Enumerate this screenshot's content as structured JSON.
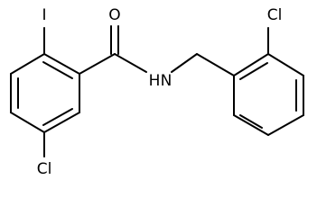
{
  "molecule": {
    "atoms": {
      "iodine": "I",
      "oxygen": "O",
      "nitrogen_h": "H",
      "nitrogen": "N",
      "chlorine_left": "Cl",
      "chlorine_right": "Cl"
    },
    "colors": {
      "bond": "#000000",
      "label": "#000000",
      "background": "#ffffff"
    }
  }
}
